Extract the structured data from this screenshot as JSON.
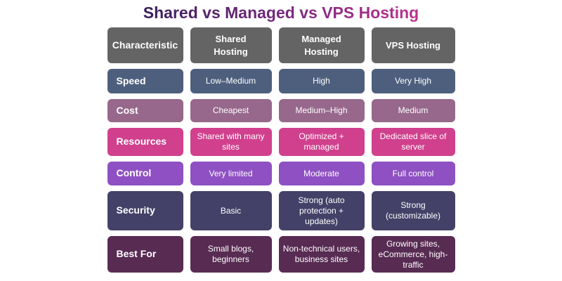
{
  "title": "Shared vs Managed vs VPS Hosting",
  "colors": {
    "title_gradient_start": "#241a52",
    "title_gradient_mid": "#7c2a80",
    "title_gradient_end": "#c53390",
    "header": "#646464",
    "speed": "#4e5f7e",
    "cost": "#97688b",
    "resources": "#d0408d",
    "control": "#8e50c2",
    "security": "#444168",
    "best_for": "#582b53",
    "cell_text": "#ffffff"
  },
  "chart_data": {
    "type": "table",
    "title": "Shared vs Managed vs VPS Hosting",
    "columns": [
      "Characteristic",
      "Shared Hosting",
      "Managed Hosting",
      "VPS Hosting"
    ],
    "rows": [
      [
        "Speed",
        "Low–Medium",
        "High",
        "Very High"
      ],
      [
        "Cost",
        "Cheapest",
        "Medium–High",
        "Medium"
      ],
      [
        "Resources",
        "Shared with many sites",
        "Optimized + managed",
        "Dedicated slice of server"
      ],
      [
        "Control",
        "Very limited",
        "Moderate",
        "Full control"
      ],
      [
        "Security",
        "Basic",
        "Strong (auto protection + updates)",
        "Strong (customizable)"
      ],
      [
        "Best For",
        "Small blogs, beginners",
        "Non-technical users, business sites",
        "Growing sites, eCommerce, high-traffic"
      ]
    ]
  },
  "table": {
    "header": {
      "label": "Characteristic",
      "columns": [
        "Shared\nHosting",
        "Managed\nHosting",
        "VPS Hosting"
      ]
    },
    "rows": [
      {
        "label": "Speed",
        "cells": [
          "Low–Medium",
          "High",
          "Very High"
        ]
      },
      {
        "label": "Cost",
        "cells": [
          "Cheapest",
          "Medium–High",
          "Medium"
        ]
      },
      {
        "label": "Resources",
        "cells": [
          "Shared with many\nsites",
          "Optimized +\nmanaged",
          "Dedicated slice of\nserver"
        ]
      },
      {
        "label": "Control",
        "cells": [
          "Very limited",
          "Moderate",
          "Full control"
        ]
      },
      {
        "label": "Security",
        "cells": [
          "Basic",
          "Strong (auto\nprotection +\nupdates)",
          "Strong\n(customizable)"
        ]
      },
      {
        "label": "Best For",
        "cells": [
          "Small blogs,\nbeginners",
          "Non-technical users,\nbusiness sites",
          "Growing sites,\neCommerce, high-\ntraffic"
        ]
      }
    ]
  }
}
